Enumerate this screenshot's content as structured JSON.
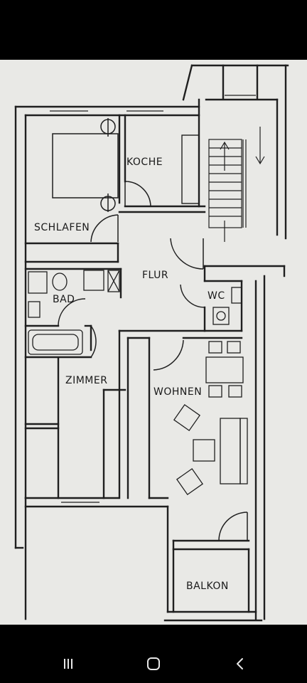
{
  "floor_plan": {
    "rooms": {
      "kitchen": "KOCHE",
      "bedroom": "SCHLAFEN",
      "hall": "FLUR",
      "bath": "BAD",
      "wc": "WC",
      "room": "ZIMMER",
      "living": "WOHNEN",
      "balcony": "BALKON"
    }
  },
  "nav_bar": {
    "icons": [
      "recent-apps-icon",
      "home-icon",
      "back-icon"
    ],
    "color": "#e6e6e6"
  }
}
